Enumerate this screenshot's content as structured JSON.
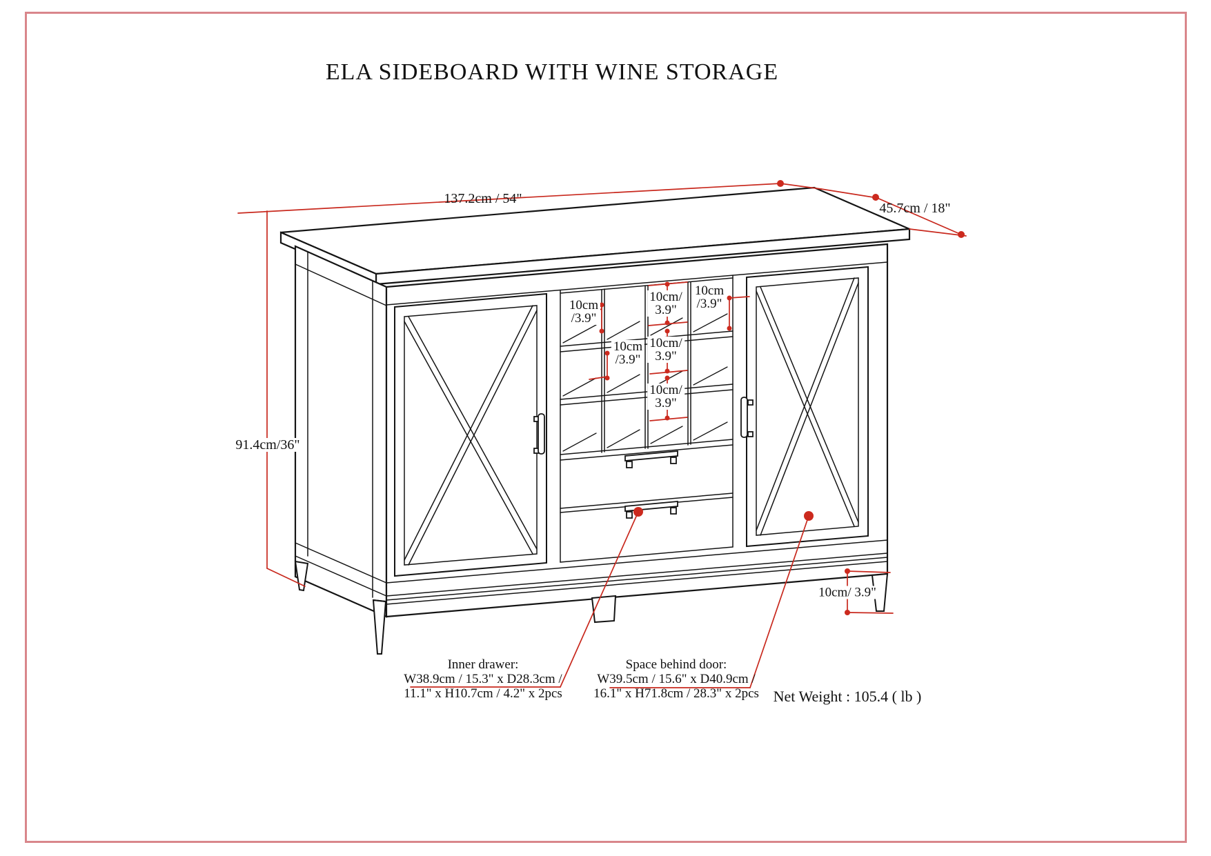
{
  "page": {
    "title": "ELA SIDEBOARD WITH WINE STORAGE"
  },
  "dimensions": {
    "width_label": "137.2cm / 54\"",
    "depth_label": "45.7cm / 18\"",
    "height_label": "91.4cm/36\"",
    "leg_label": "10cm/ 3.9\"",
    "cubby_labels": [
      {
        "line1": "10cm",
        "line2": "/3.9\""
      },
      {
        "line1": "10cm/",
        "line2": "3.9\""
      },
      {
        "line1": "10cm",
        "line2": "/3.9\""
      },
      {
        "line1": "10cm",
        "line2": "/3.9\""
      },
      {
        "line1": "10cm/",
        "line2": "3.9\""
      },
      {
        "line1": "10cm/",
        "line2": "3.9\""
      }
    ]
  },
  "annotations": {
    "inner_drawer": {
      "title": "Inner drawer:",
      "dims1": "W38.9cm / 15.3\" x D28.3cm /",
      "dims2": "11.1\" x H10.7cm / 4.2\" x 2pcs"
    },
    "space_behind_door": {
      "title": "Space behind door:",
      "dims1": "W39.5cm / 15.6\" x D40.9cm /",
      "dims2": "16.1\" x H71.8cm / 28.3\" x 2pcs"
    },
    "net_weight": "Net Weight : 105.4 ( lb )"
  },
  "colors": {
    "dimension_red": "#c8281d",
    "frame_pink": "#d9868b",
    "line_black": "#141414"
  }
}
